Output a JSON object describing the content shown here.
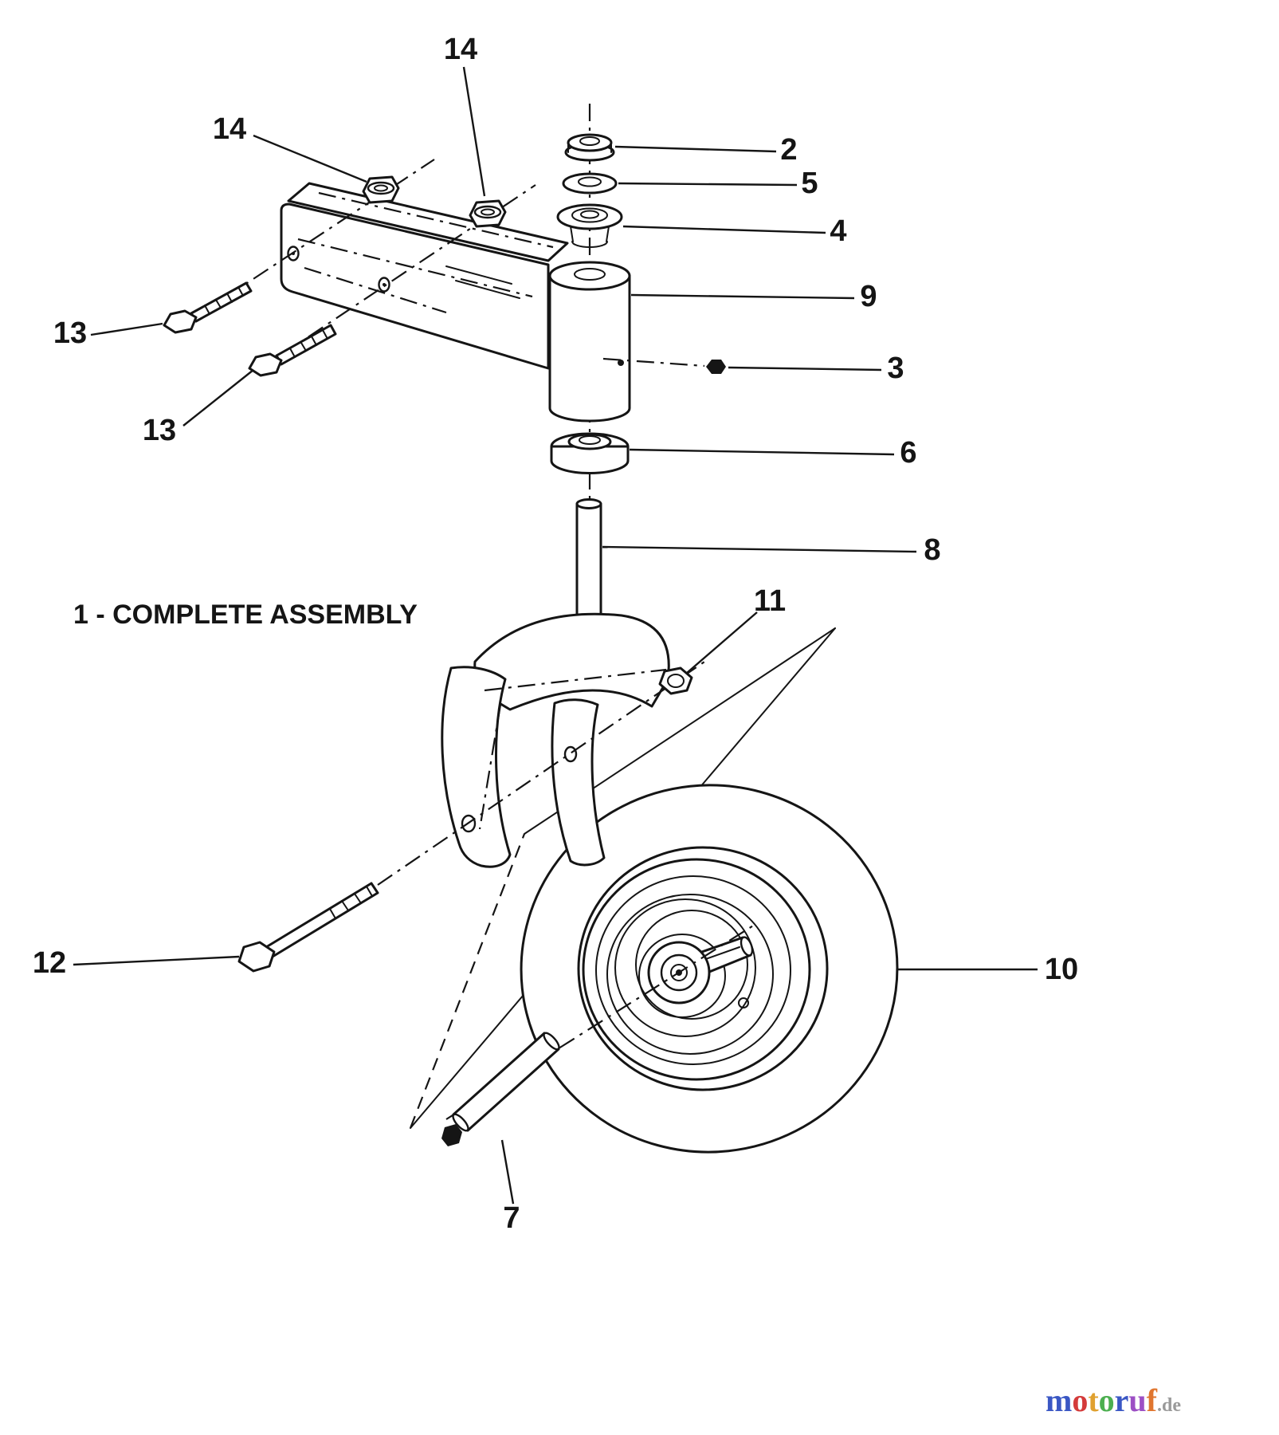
{
  "page": {
    "background": "#ffffff",
    "ink": "#151515"
  },
  "diagram": {
    "assembly_label": "1 - COMPLETE ASSEMBLY",
    "callouts": [
      {
        "id": "c14a",
        "label": "14"
      },
      {
        "id": "c14b",
        "label": "14"
      },
      {
        "id": "c2",
        "label": "2"
      },
      {
        "id": "c5",
        "label": "5"
      },
      {
        "id": "c4",
        "label": "4"
      },
      {
        "id": "c9",
        "label": "9"
      },
      {
        "id": "c3",
        "label": "3"
      },
      {
        "id": "c13a",
        "label": "13"
      },
      {
        "id": "c13b",
        "label": "13"
      },
      {
        "id": "c6",
        "label": "6"
      },
      {
        "id": "c8",
        "label": "8"
      },
      {
        "id": "c11",
        "label": "11"
      },
      {
        "id": "c12",
        "label": "12"
      },
      {
        "id": "c10",
        "label": "10"
      },
      {
        "id": "c7",
        "label": "7"
      }
    ]
  },
  "watermark": {
    "letters": [
      {
        "ch": "m",
        "color": "#3a57c4"
      },
      {
        "ch": "o",
        "color": "#d43b3b"
      },
      {
        "ch": "t",
        "color": "#e0a12f"
      },
      {
        "ch": "o",
        "color": "#4caf50"
      },
      {
        "ch": "r",
        "color": "#3a57c4"
      },
      {
        "ch": "u",
        "color": "#9c4fc4"
      },
      {
        "ch": "f",
        "color": "#e0762f"
      }
    ],
    "suffix": ".de",
    "suffix_color": "#9a9a9a"
  }
}
